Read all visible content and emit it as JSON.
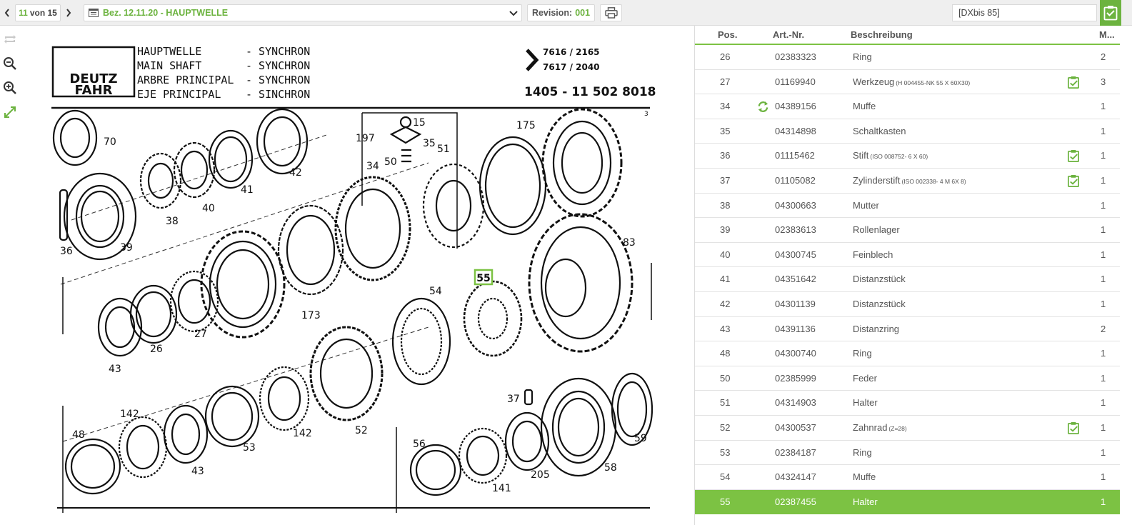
{
  "toolbar": {
    "pager": {
      "current": "11",
      "rest": "von 15"
    },
    "document_title": "Bez. 12.11.20 - HAUPTWELLE",
    "revision_label": "Revision:",
    "revision_value": "001",
    "filter_value": "[DXbis 85]"
  },
  "drawing": {
    "brand_line1": "DEUTZ",
    "brand_line2": "FAHR",
    "titles": [
      {
        "name": "HAUPTWELLE",
        "suffix": "- SYNCHRON"
      },
      {
        "name": "MAIN SHAFT",
        "suffix": "- SYNCHRON"
      },
      {
        "name": "ARBRE PRINCIPAL",
        "suffix": "- SYNCHRON"
      },
      {
        "name": "EJE PRINCIPAL",
        "suffix": "- SINCHRON"
      }
    ],
    "ref_1": "7616 / 2165",
    "ref_2": "7617 / 2040",
    "doc_number": "1405 - 11 502 8018",
    "sheet": "3",
    "highlighted_label": "55",
    "part_labels": [
      "70",
      "42",
      "41",
      "40",
      "38",
      "36",
      "39",
      "197",
      "15",
      "35",
      "51",
      "50",
      "34",
      "175",
      "83",
      "173",
      "27",
      "26",
      "43",
      "54",
      "142",
      "53",
      "52",
      "142",
      "48",
      "43",
      "56",
      "141",
      "205",
      "37",
      "58",
      "59"
    ]
  },
  "parts_table": {
    "headers": {
      "pos": "Pos.",
      "art": "Art.-Nr.",
      "desc": "Beschreibung",
      "qty": "M..."
    },
    "rows": [
      {
        "pos": "26",
        "art": "02383323",
        "desc": "Ring",
        "note": "",
        "qty": "2",
        "sync": false,
        "clip": false,
        "selected": false
      },
      {
        "pos": "27",
        "art": "01169940",
        "desc": "Werkzeug",
        "note": "(H 004455-NK 55 X 60X30)",
        "qty": "3",
        "sync": false,
        "clip": true,
        "selected": false
      },
      {
        "pos": "34",
        "art": "04389156",
        "desc": "Muffe",
        "note": "",
        "qty": "1",
        "sync": true,
        "clip": false,
        "selected": false
      },
      {
        "pos": "35",
        "art": "04314898",
        "desc": "Schaltkasten",
        "note": "",
        "qty": "1",
        "sync": false,
        "clip": false,
        "selected": false
      },
      {
        "pos": "36",
        "art": "01115462",
        "desc": "Stift",
        "note": "(ISO 008752- 6 X 60)",
        "qty": "1",
        "sync": false,
        "clip": true,
        "selected": false
      },
      {
        "pos": "37",
        "art": "01105082",
        "desc": "Zylinderstift",
        "note": "(ISO 002338- 4 M 6X 8)",
        "qty": "1",
        "sync": false,
        "clip": true,
        "selected": false
      },
      {
        "pos": "38",
        "art": "04300663",
        "desc": "Mutter",
        "note": "",
        "qty": "1",
        "sync": false,
        "clip": false,
        "selected": false
      },
      {
        "pos": "39",
        "art": "02383613",
        "desc": "Rollenlager",
        "note": "",
        "qty": "1",
        "sync": false,
        "clip": false,
        "selected": false
      },
      {
        "pos": "40",
        "art": "04300745",
        "desc": "Feinblech",
        "note": "",
        "qty": "1",
        "sync": false,
        "clip": false,
        "selected": false
      },
      {
        "pos": "41",
        "art": "04351642",
        "desc": "Distanzstück",
        "note": "",
        "qty": "1",
        "sync": false,
        "clip": false,
        "selected": false
      },
      {
        "pos": "42",
        "art": "04301139",
        "desc": "Distanzstück",
        "note": "",
        "qty": "1",
        "sync": false,
        "clip": false,
        "selected": false
      },
      {
        "pos": "43",
        "art": "04391136",
        "desc": "Distanzring",
        "note": "",
        "qty": "2",
        "sync": false,
        "clip": false,
        "selected": false
      },
      {
        "pos": "48",
        "art": "04300740",
        "desc": "Ring",
        "note": "",
        "qty": "1",
        "sync": false,
        "clip": false,
        "selected": false
      },
      {
        "pos": "50",
        "art": "02385999",
        "desc": "Feder",
        "note": "",
        "qty": "1",
        "sync": false,
        "clip": false,
        "selected": false
      },
      {
        "pos": "51",
        "art": "04314903",
        "desc": "Halter",
        "note": "",
        "qty": "1",
        "sync": false,
        "clip": false,
        "selected": false
      },
      {
        "pos": "52",
        "art": "04300537",
        "desc": "Zahnrad",
        "note": "(Z=28)",
        "qty": "1",
        "sync": false,
        "clip": true,
        "selected": false
      },
      {
        "pos": "53",
        "art": "02384187",
        "desc": "Ring",
        "note": "",
        "qty": "1",
        "sync": false,
        "clip": false,
        "selected": false
      },
      {
        "pos": "54",
        "art": "04324147",
        "desc": "Muffe",
        "note": "",
        "qty": "1",
        "sync": false,
        "clip": false,
        "selected": false
      },
      {
        "pos": "55",
        "art": "02387455",
        "desc": "Halter",
        "note": "",
        "qty": "1",
        "sync": false,
        "clip": false,
        "selected": true
      }
    ]
  },
  "colors": {
    "accent": "#6cb33f",
    "selected_row": "#7cc243",
    "toolbar_bg": "#efefef"
  },
  "icons": {
    "prev": "chevron-left-icon",
    "next": "chevron-right-icon",
    "doc": "document-list-icon",
    "dropdown": "chevron-down-icon",
    "print": "printer-icon",
    "cart": "clipboard-check-icon",
    "rotate": "rotate-icon",
    "zoom_out": "zoom-out-icon",
    "zoom_in": "zoom-in-icon",
    "fit": "expand-icon",
    "sync": "refresh-icon",
    "clip": "clipboard-check-icon"
  }
}
